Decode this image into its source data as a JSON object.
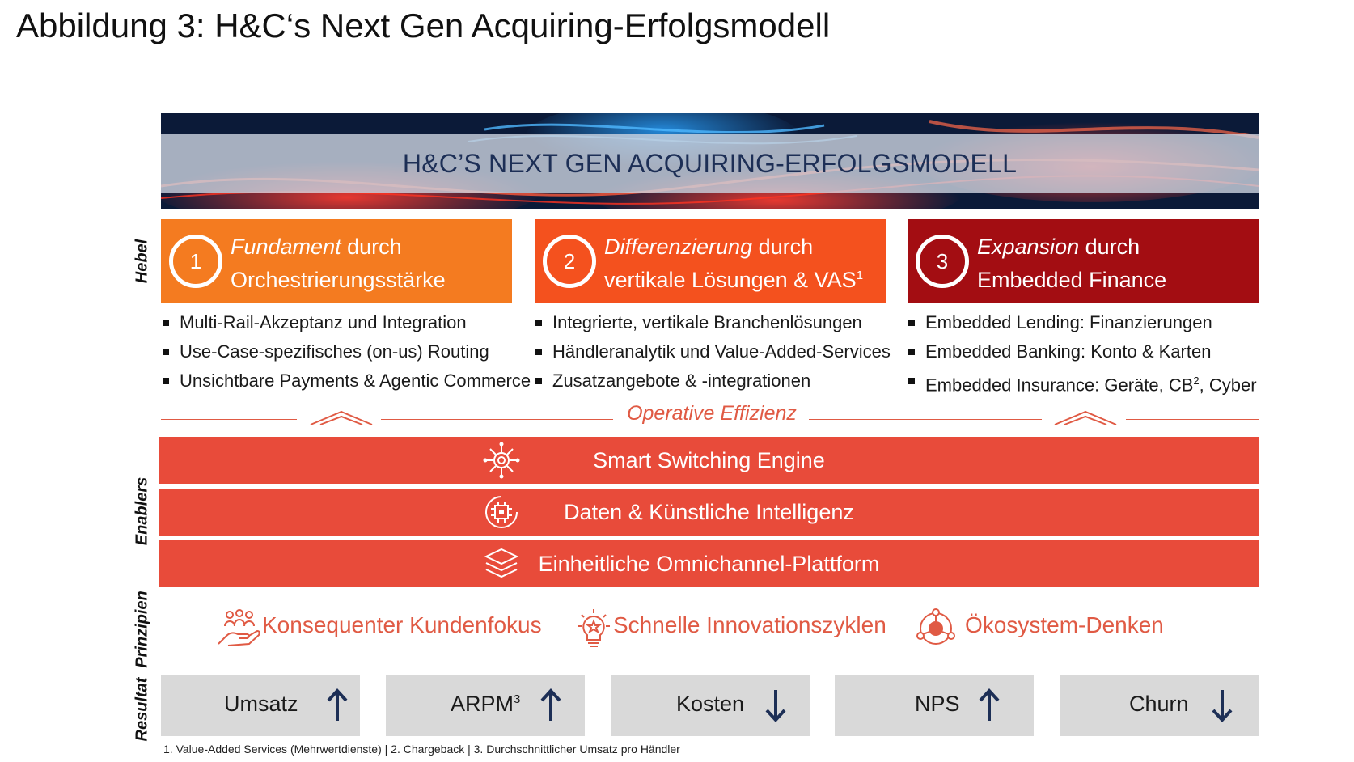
{
  "page_title": "Abbildung 3: H&C‘s Next Gen Acquiring-Erfolgsmodell",
  "banner_title": "H&C’S NEXT GEN ACQUIRING-ERFOLGSMODELL",
  "side_labels": {
    "hebel": "Hebel",
    "enablers": "Enablers",
    "prinzipien": "Prinzipien",
    "resultat": "Resultat"
  },
  "levers": [
    {
      "number": "1",
      "title_italic": "Fundament",
      "title_rest": " durch",
      "line2": "Orchestrierungsstärke",
      "line2_sup": "",
      "color": "#f47b20",
      "bullets": [
        "Multi-Rail-Akzeptanz und Integration",
        "Use-Case-spezifisches (on-us) Routing",
        "Unsichtbare Payments & Agentic Commerce"
      ]
    },
    {
      "number": "2",
      "title_italic": "Differenzierung",
      "title_rest": " durch",
      "line2": "vertikale Lösungen & VAS",
      "line2_sup": "1",
      "color": "#f4511e",
      "bullets": [
        "Integrierte, vertikale Branchenlösungen",
        "Händleranalytik und Value-Added-Services",
        "Zusatzangebote & -integrationen"
      ]
    },
    {
      "number": "3",
      "title_italic": "Expansion",
      "title_rest": " durch",
      "line2": "Embedded Finance",
      "line2_sup": "",
      "color": "#a30d12",
      "bullets": [
        "Embedded Lending: Finanzierungen",
        "Embedded Banking: Konto & Karten",
        "Embedded Insurance: Geräte, CB"
      ],
      "last_bullet_sup": "2",
      "last_bullet_tail": ", Cyber"
    }
  ],
  "operative_label": "Operative Effizienz",
  "enablers": [
    {
      "label": "Smart Switching Engine",
      "icon": "gear-network-icon"
    },
    {
      "label": "Daten & Künstliche Intelligenz",
      "icon": "ai-chip-icon"
    },
    {
      "label": "Einheitliche Omnichannel-Plattform",
      "icon": "layers-icon"
    }
  ],
  "principles": [
    {
      "label": "Konsequenter Kundenfokus",
      "icon": "hand-people-icon"
    },
    {
      "label": "Schnelle Innovationszyklen",
      "icon": "lightbulb-star-icon"
    },
    {
      "label": "Ökosystem-Denken",
      "icon": "ecosystem-network-icon"
    }
  ],
  "results": [
    {
      "label": "Umsatz",
      "sup": "",
      "direction": "up"
    },
    {
      "label": "ARPM",
      "sup": "3",
      "direction": "up"
    },
    {
      "label": "Kosten",
      "sup": "",
      "direction": "down"
    },
    {
      "label": "NPS",
      "sup": "",
      "direction": "up"
    },
    {
      "label": "Churn",
      "sup": "",
      "direction": "down"
    }
  ],
  "footnote": "1. Value-Added Services (Mehrwertdienste) | 2. Chargeback | 3. Durchschnittlicher Umsatz pro Händler",
  "colors": {
    "accent_red": "#e84b3a",
    "text_red": "#e05a44",
    "lever1": "#f47b20",
    "lever2": "#f4511e",
    "lever3": "#a30d12",
    "banner_dark": "#0c1b3a",
    "result_bg": "#d9d9d9",
    "arrow": "#1d2f56"
  }
}
